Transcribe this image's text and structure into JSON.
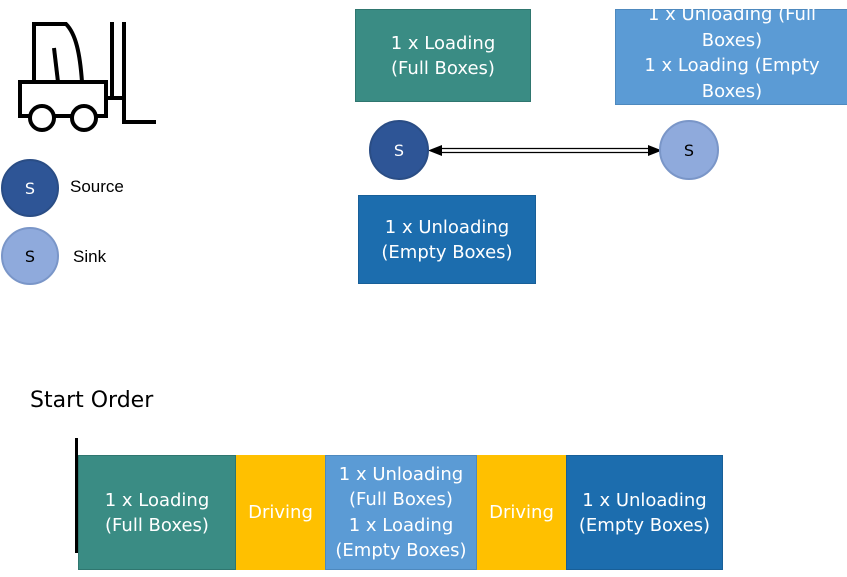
{
  "colors": {
    "teal": "#3a8c84",
    "blue_dark": "#1c6dae",
    "blue_light": "#5b9bd5",
    "yellow": "#ffc000",
    "source_fill": "#2e5596",
    "sink_fill": "#8faadc"
  },
  "icon": "forklift-icon",
  "legend": {
    "source": {
      "symbol": "S",
      "label": "Source"
    },
    "sink": {
      "symbol": "S",
      "label": "Sink"
    }
  },
  "network": {
    "source_node": "S",
    "sink_node": "S",
    "box_loading": "1 x Loading\n(Full Boxes)",
    "box_unloading_empty": "1 x Unloading\n(Empty Boxes)",
    "box_sink_tasks": "1 x Unloading (Full\nBoxes)\n1 x Loading (Empty\nBoxes)",
    "connection": "bidirectional"
  },
  "order": {
    "title": "Start Order",
    "steps": [
      {
        "label": "1 x Loading\n(Full Boxes)"
      },
      {
        "label": "Driving"
      },
      {
        "label": "1 x Unloading\n(Full Boxes)\n1 x Loading\n(Empty Boxes)"
      },
      {
        "label": "Driving"
      },
      {
        "label": "1 x Unloading\n(Empty Boxes)"
      }
    ]
  }
}
